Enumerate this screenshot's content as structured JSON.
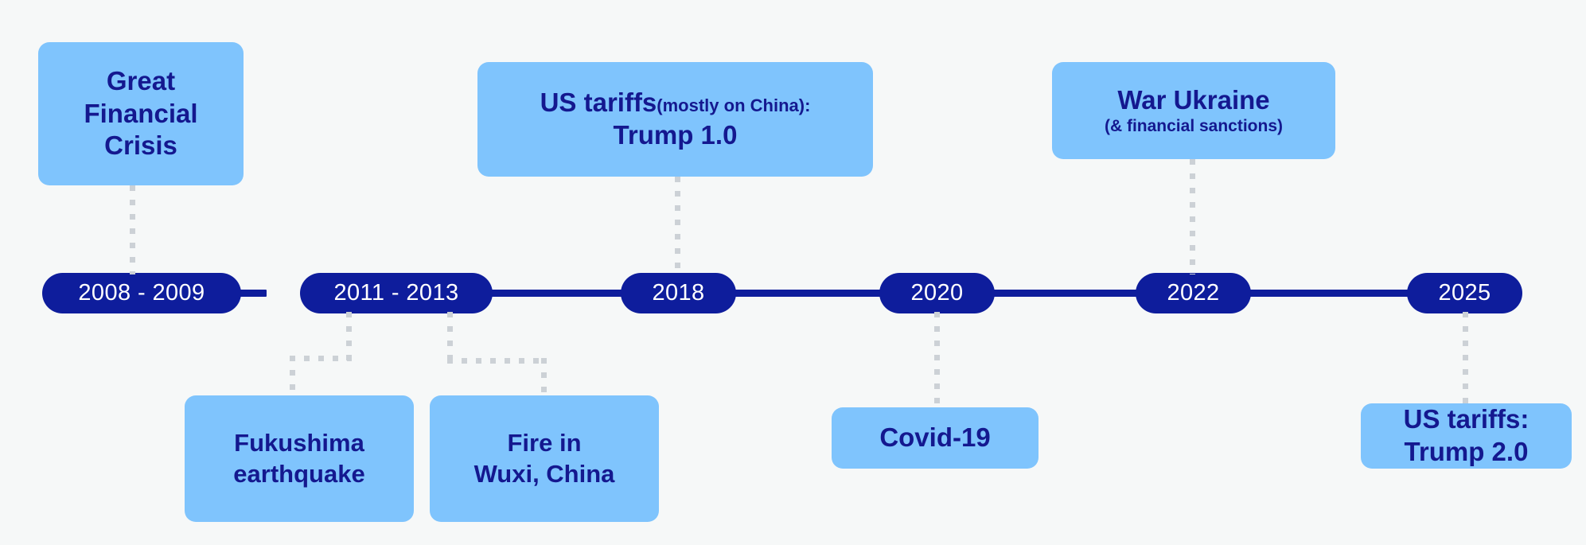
{
  "theme": {
    "background": "#f6f8f8",
    "accent_dark_blue": "#0e1d9c",
    "accent_light_blue": "#7fc4fd",
    "text_on_light": "#14188f",
    "text_on_dark": "#ffffff",
    "connector_gray": "#ccd1d6"
  },
  "timeline": {
    "milestones": [
      {
        "label": "2008 - 2009"
      },
      {
        "label": "2011 - 2013"
      },
      {
        "label": "2018"
      },
      {
        "label": "2020"
      },
      {
        "label": "2022"
      },
      {
        "label": "2025"
      }
    ]
  },
  "events_above": [
    {
      "id": "great-financial-crisis",
      "lines": [
        "Great",
        "Financial",
        "Crisis"
      ],
      "sub": "",
      "inline_sub": "",
      "milestone": "2008 - 2009"
    },
    {
      "id": "us-tariffs-trump-1",
      "lines": [
        "US tariffs",
        "Trump 1.0"
      ],
      "inline_sub": "(mostly on China):",
      "sub": "",
      "milestone": "2018"
    },
    {
      "id": "war-ukraine",
      "lines": [
        "War Ukraine"
      ],
      "sub": "(& financial sanctions)",
      "inline_sub": "",
      "milestone": "2022"
    }
  ],
  "events_below": [
    {
      "id": "fukushima-earthquake",
      "lines": [
        "Fukushima",
        "earthquake"
      ],
      "milestone": "2011 - 2013"
    },
    {
      "id": "fire-in-wuxi-china",
      "lines": [
        "Fire in",
        "Wuxi, China"
      ],
      "milestone": "2011 - 2013"
    },
    {
      "id": "covid-19",
      "lines": [
        "Covid-19"
      ],
      "milestone": "2020"
    },
    {
      "id": "us-tariffs-trump-2",
      "lines": [
        "US tariffs:",
        "Trump 2.0"
      ],
      "milestone": "2025"
    }
  ]
}
